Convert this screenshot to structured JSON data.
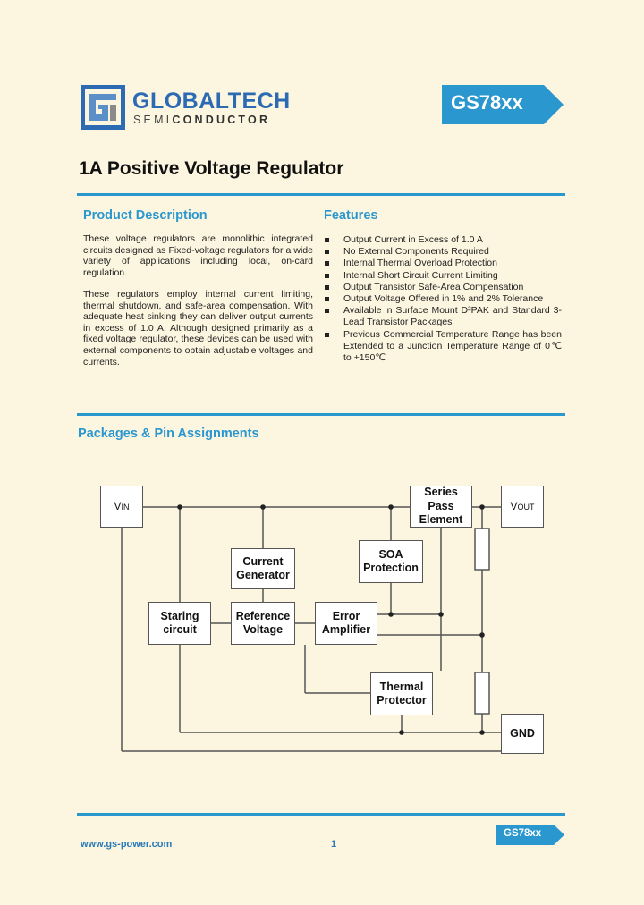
{
  "header": {
    "company_name": "GLOBALTECH",
    "company_sub_prefix": "SEMI",
    "company_sub_suffix": "CONDUCTOR",
    "part_number": "GS78xx"
  },
  "title": "1A Positive Voltage Regulator",
  "product_description": {
    "heading": "Product Description",
    "paragraphs": [
      "These voltage regulators are monolithic integrated circuits designed as Fixed-voltage regulators for a wide variety of applications including local, on-card regulation.",
      "These regulators employ internal current limiting, thermal shutdown, and safe-area compensation. With adequate heat sinking they can deliver output currents in excess of 1.0 A. Although designed primarily as a fixed voltage regulator, these devices can be used with external components to obtain adjustable voltages and currents."
    ]
  },
  "features": {
    "heading": "Features",
    "items": [
      "Output Current in Excess of 1.0 A",
      "No External Components Required",
      "Internal Thermal Overload Protection",
      "Internal Short Circuit Current Limiting",
      "Output Transistor Safe-Area Compensation",
      "Output Voltage Offered in 1% and 2% Tolerance",
      "Available in Surface Mount D²PAK and Standard 3-Lead Transistor Packages",
      "Previous Commercial Temperature Range has been Extended to a Junction Temperature Range of 0℃ to +150℃"
    ]
  },
  "packages": {
    "heading": "Packages & Pin Assignments"
  },
  "diagram": {
    "vin": {
      "main": "V",
      "sub": "IN"
    },
    "vout": {
      "main": "V",
      "sub": "OUT"
    },
    "gnd": "GND",
    "series_pass": "Series Pass Element",
    "current_generator": "Current Generator",
    "soa_protection": "SOA Protection",
    "starting_circuit": "Staring circuit",
    "reference_voltage": "Reference Voltage",
    "error_amplifier": "Error Amplifier",
    "thermal_protector": "Thermal Protector"
  },
  "footer": {
    "url": "www.gs-power.com",
    "page": "1",
    "part_number": "GS78xx"
  },
  "colors": {
    "accent_blue": "#2a97cf",
    "logo_blue": "#2c6bb4",
    "background": "#fcf5df"
  }
}
